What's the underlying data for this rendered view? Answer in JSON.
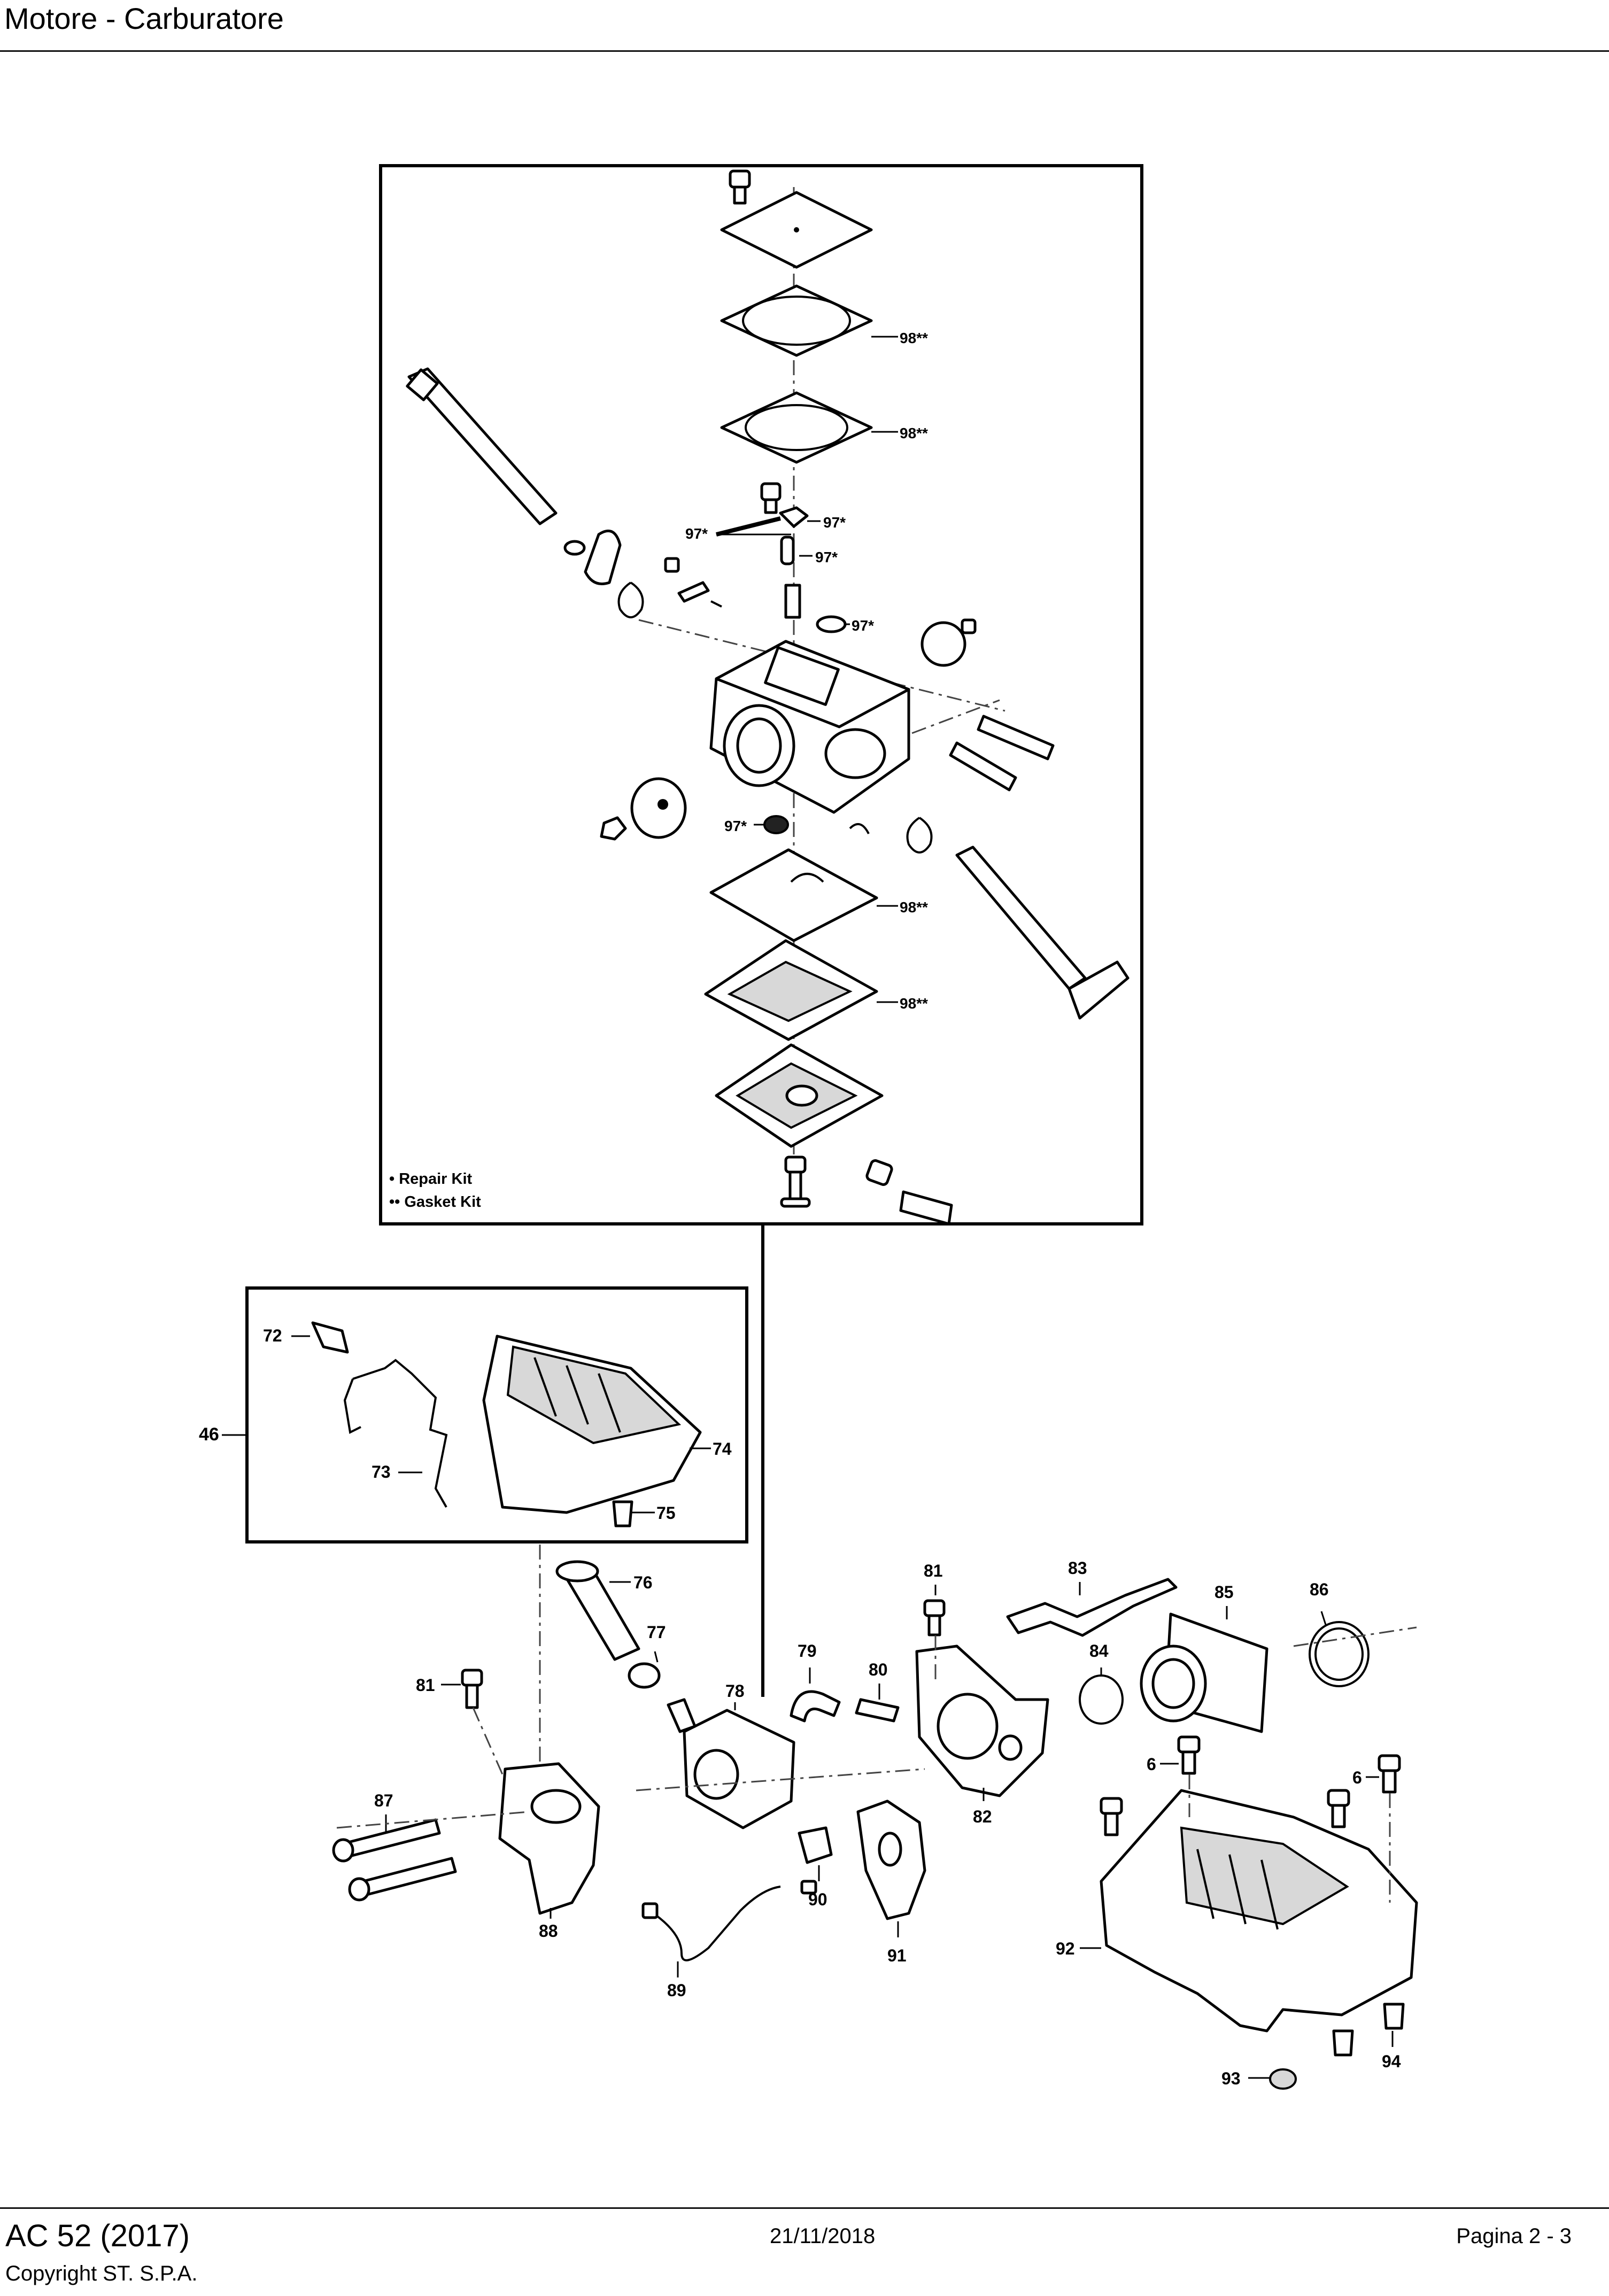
{
  "header": {
    "title": "Motore - Carburatore"
  },
  "legend": {
    "repair_kit": "• Repair Kit",
    "gasket_kit": "•• Gasket Kit"
  },
  "callouts": {
    "c98a": "98**",
    "c98b": "98**",
    "c98c": "98**",
    "c98d": "98**",
    "c97a": "97*",
    "c97b": "97*",
    "c97c": "97*",
    "c97d": "97*",
    "c97e": "97*",
    "c46": "46",
    "c72": "72",
    "c73": "73",
    "c74": "74",
    "c75": "75",
    "c76": "76",
    "c77": "77",
    "c78": "78",
    "c79": "79",
    "c80": "80",
    "c81a": "81",
    "c81b": "81",
    "c82": "82",
    "c83": "83",
    "c84": "84",
    "c85": "85",
    "c86": "86",
    "c6a": "6",
    "c6b": "6",
    "c87": "87",
    "c88": "88",
    "c89": "89",
    "c90": "90",
    "c91": "91",
    "c92": "92",
    "c93": "93",
    "c94": "94"
  },
  "footer": {
    "model": "AC 52 (2017)",
    "copyright": "Copyright ST. S.P.A.",
    "date": "21/11/2018",
    "page": "Pagina 2 - 3"
  }
}
